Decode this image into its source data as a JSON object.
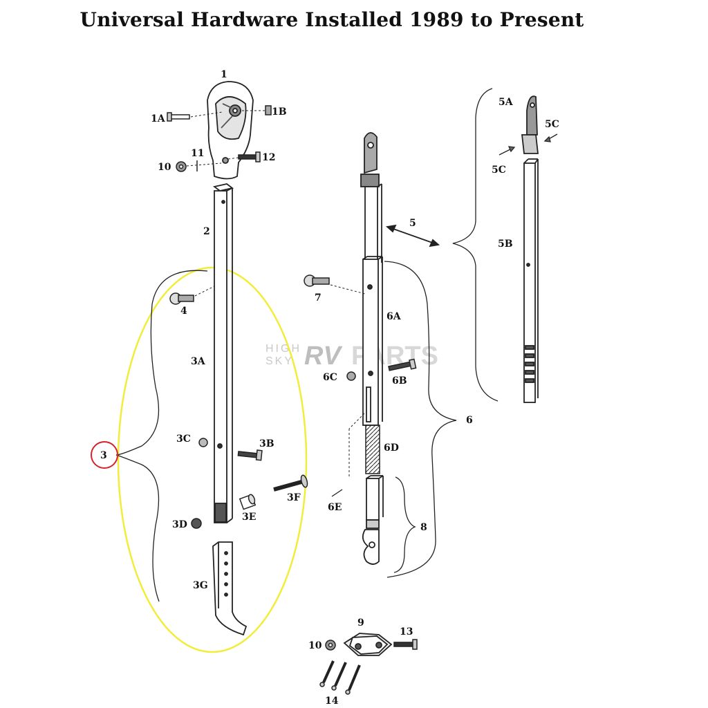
{
  "title": "Universal Hardware Installed 1989 to Present",
  "watermark": {
    "line1": "HIGH",
    "line2": "SKY",
    "brand_rv": "RV",
    "brand_parts": "PARTS"
  },
  "labels": {
    "p1": "1",
    "p1A": "1A",
    "p1B": "1B",
    "p10a": "10",
    "p11": "11",
    "p12": "12",
    "p2": "2",
    "p3": "3",
    "p3A": "3A",
    "p3B": "3B",
    "p3C": "3C",
    "p3D": "3D",
    "p3E": "3E",
    "p3F": "3F",
    "p3G": "3G",
    "p4": "4",
    "p5": "5",
    "p5A": "5A",
    "p5B": "5B",
    "p5C_right": "5C",
    "p5C_left": "5C",
    "p6": "6",
    "p6A": "6A",
    "p6B": "6B",
    "p6C": "6C",
    "p6D": "6D",
    "p6E": "6E",
    "p7": "7",
    "p8": "8",
    "p9": "9",
    "p10b": "10",
    "p13": "13",
    "p14": "14"
  },
  "colors": {
    "highlight_ellipse": "#f2ec3a",
    "callout_circle": "#d8202a",
    "line": "#222222"
  }
}
